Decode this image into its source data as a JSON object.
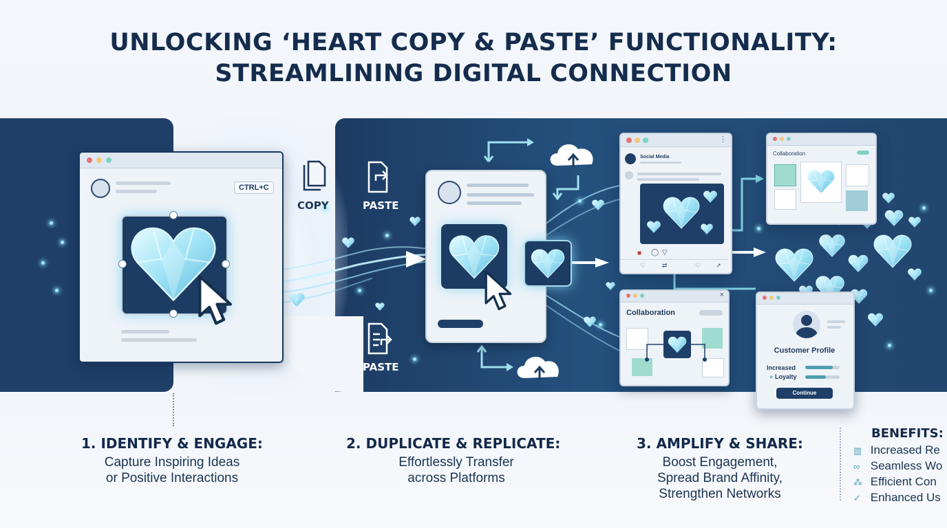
{
  "title": {
    "line1": "UNLOCKING ‘HEART COPY & PASTE’ FUNCTIONALITY:",
    "line2": "STREAMLINING DIGITAL CONNECTION"
  },
  "icons": {
    "copy": "COPY",
    "paste_top": "PASTE",
    "paste_bottom": "PASTE"
  },
  "source_window": {
    "shortcut": "CTRL+C"
  },
  "social_window": {
    "title": "Social Media"
  },
  "collab_top": {
    "title": "Collaboration"
  },
  "collab_bottom": {
    "title": "Collaboration"
  },
  "profile_window": {
    "title": "Customer Profile",
    "metric1": "Increased",
    "metric2": "Loyalty",
    "button": "Continue"
  },
  "steps": [
    {
      "head": "1. IDENTIFY & ENGAGE:",
      "line1": "Capture Inspiring Ideas",
      "line2": "or Positive Interactions"
    },
    {
      "head": "2. DUPLICATE & REPLICATE:",
      "line1": "Effortlessly Transfer",
      "line2": "across Platforms"
    },
    {
      "head": "3. AMPLIFY & SHARE:",
      "line1": "Boost Engagement,",
      "line2": "Spread Brand Affinity,",
      "line3": "Strengthen Networks"
    }
  ],
  "benefits": {
    "head": "BENEFITS:",
    "items": [
      {
        "icon": "bar-chart-icon",
        "text": "Increased Re"
      },
      {
        "icon": "link-icon",
        "text": "Seamless Wo"
      },
      {
        "icon": "network-icon",
        "text": "Efficient Con"
      },
      {
        "icon": "check-circle-icon",
        "text": "Enhanced Us"
      }
    ]
  },
  "colors": {
    "navy": "#1f3f68",
    "heart": "#8fdcf2",
    "accent": "#6fc4bf"
  }
}
